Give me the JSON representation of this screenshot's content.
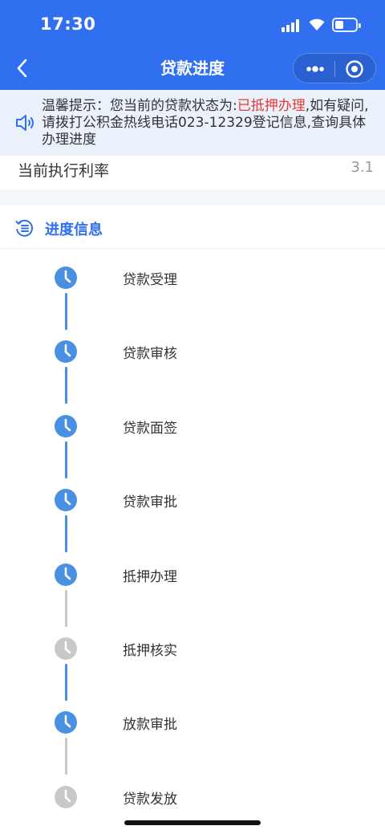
{
  "status_bar": {
    "time": "17:30"
  },
  "header": {
    "title": "贷款进度"
  },
  "notice": {
    "prefix": "温馨提示：您当前的贷款状态为:",
    "status": "已抵押办理",
    "suffix": ",如有疑问,请拨打公积金热线电话023-12329登记信息,查询具体办理进度"
  },
  "rate": {
    "label": "当前执行利率",
    "value": "3.1"
  },
  "progress": {
    "title": "进度信息",
    "steps": [
      {
        "label": "贷款受理",
        "state": "done"
      },
      {
        "label": "贷款审核",
        "state": "done"
      },
      {
        "label": "贷款面签",
        "state": "done"
      },
      {
        "label": "贷款审批",
        "state": "done"
      },
      {
        "label": "抵押办理",
        "state": "done"
      },
      {
        "label": "抵押核实",
        "state": "pending"
      },
      {
        "label": "放款审批",
        "state": "done"
      },
      {
        "label": "贷款发放",
        "state": "pending"
      }
    ]
  },
  "colors": {
    "brand": "#2f6ff0",
    "done": "#4a90e2",
    "pending": "#c8c8c8",
    "highlight": "#e53935"
  },
  "icons": [
    "back-icon",
    "more-icon",
    "close-target-icon",
    "speaker-icon",
    "progress-list-icon",
    "clock-icon"
  ]
}
